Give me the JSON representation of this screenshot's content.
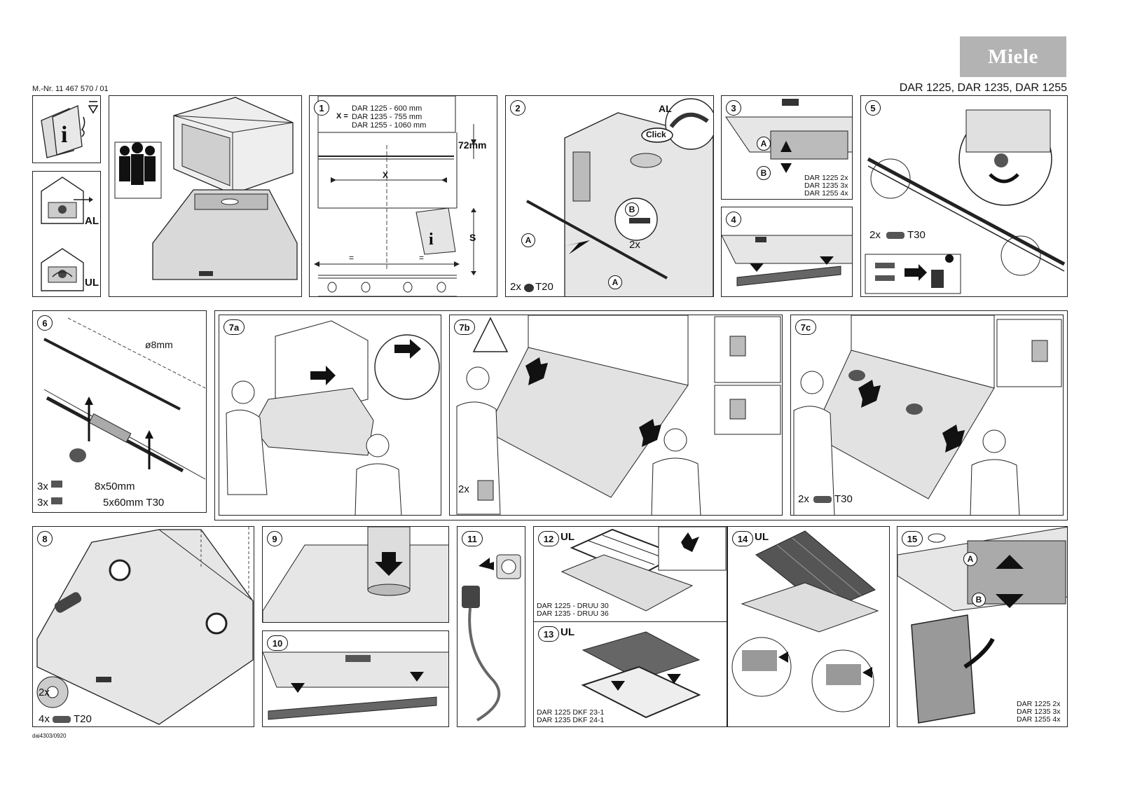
{
  "header": {
    "brand": "Miele",
    "doc_number": "M.-Nr. 11 467 570 / 01",
    "models": "DAR 1225, DAR 1235, DAR 1255",
    "footer_code": "dai4303/0920"
  },
  "side": {
    "al": "AL",
    "ul": "UL"
  },
  "step1": {
    "num": "1",
    "x_label": "X =",
    "sizes": [
      "DAR 1225 -   600 mm",
      "DAR 1235 -   755 mm",
      "DAR 1255 - 1060 mm"
    ],
    "dim_72": "72mm",
    "dim_x": "X",
    "dim_s": "S",
    "eq": "="
  },
  "step2": {
    "num": "2",
    "al": "AL",
    "click": "Click",
    "b": "B",
    "a": "A",
    "qty": "2x",
    "screw": "2x",
    "tool": "T20"
  },
  "step3": {
    "num": "3",
    "a": "A",
    "b": "B",
    "counts": [
      "DAR 1225 2x",
      "DAR 1235 3x",
      "DAR 1255 4x"
    ]
  },
  "step4": {
    "num": "4"
  },
  "step5": {
    "num": "5",
    "qty": "2x",
    "tool": "T30"
  },
  "step6": {
    "num": "6",
    "diam": "ø8mm",
    "plug_qty": "3x",
    "plug_size": "8x50mm",
    "screw_qty": "3x",
    "screw_size": "5x60mm T30"
  },
  "step7a": {
    "num": "7a"
  },
  "step7b": {
    "num": "7b",
    "qty": "2x"
  },
  "step7c": {
    "num": "7c",
    "qty": "2x",
    "tool": "T30"
  },
  "step8": {
    "num": "8",
    "ring_qty": "2x",
    "screw_qty": "4x",
    "tool": "T20"
  },
  "step9": {
    "num": "9"
  },
  "step10": {
    "num": "10"
  },
  "step11": {
    "num": "11"
  },
  "step12": {
    "num": "12",
    "tag": "UL",
    "models": [
      "DAR 1225 - DRUU 30",
      "DAR 1235 - DRUU 36"
    ]
  },
  "step13": {
    "num": "13",
    "tag": "UL",
    "models": [
      "DAR 1225 DKF 23-1",
      "DAR 1235 DKF 24-1"
    ]
  },
  "step14": {
    "num": "14",
    "tag": "UL"
  },
  "step15": {
    "num": "15",
    "a": "A",
    "b": "B",
    "counts": [
      "DAR 1225 2x",
      "DAR 1235 3x",
      "DAR 1255 4x"
    ]
  }
}
